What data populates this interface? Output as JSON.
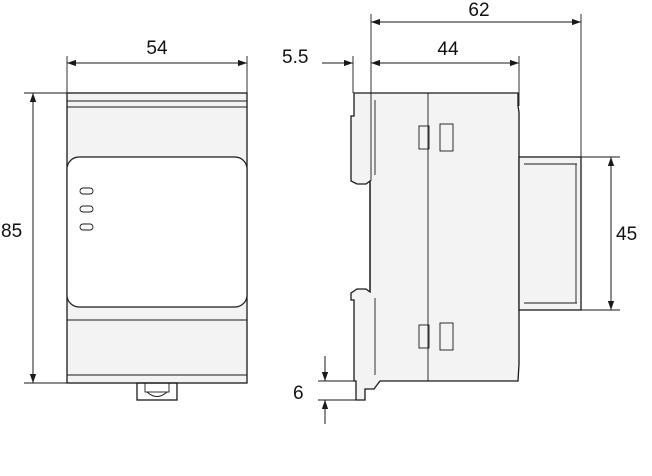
{
  "dimensions": {
    "front_width": "54",
    "front_height": "85",
    "side_depth_total": "62",
    "side_depth_body": "44",
    "rail_offset": "5.5",
    "front_projection_height": "45",
    "foot_height": "6"
  },
  "colors": {
    "line": "#1a1a1a",
    "fill": "#f3f3f3",
    "background": "#ffffff"
  }
}
